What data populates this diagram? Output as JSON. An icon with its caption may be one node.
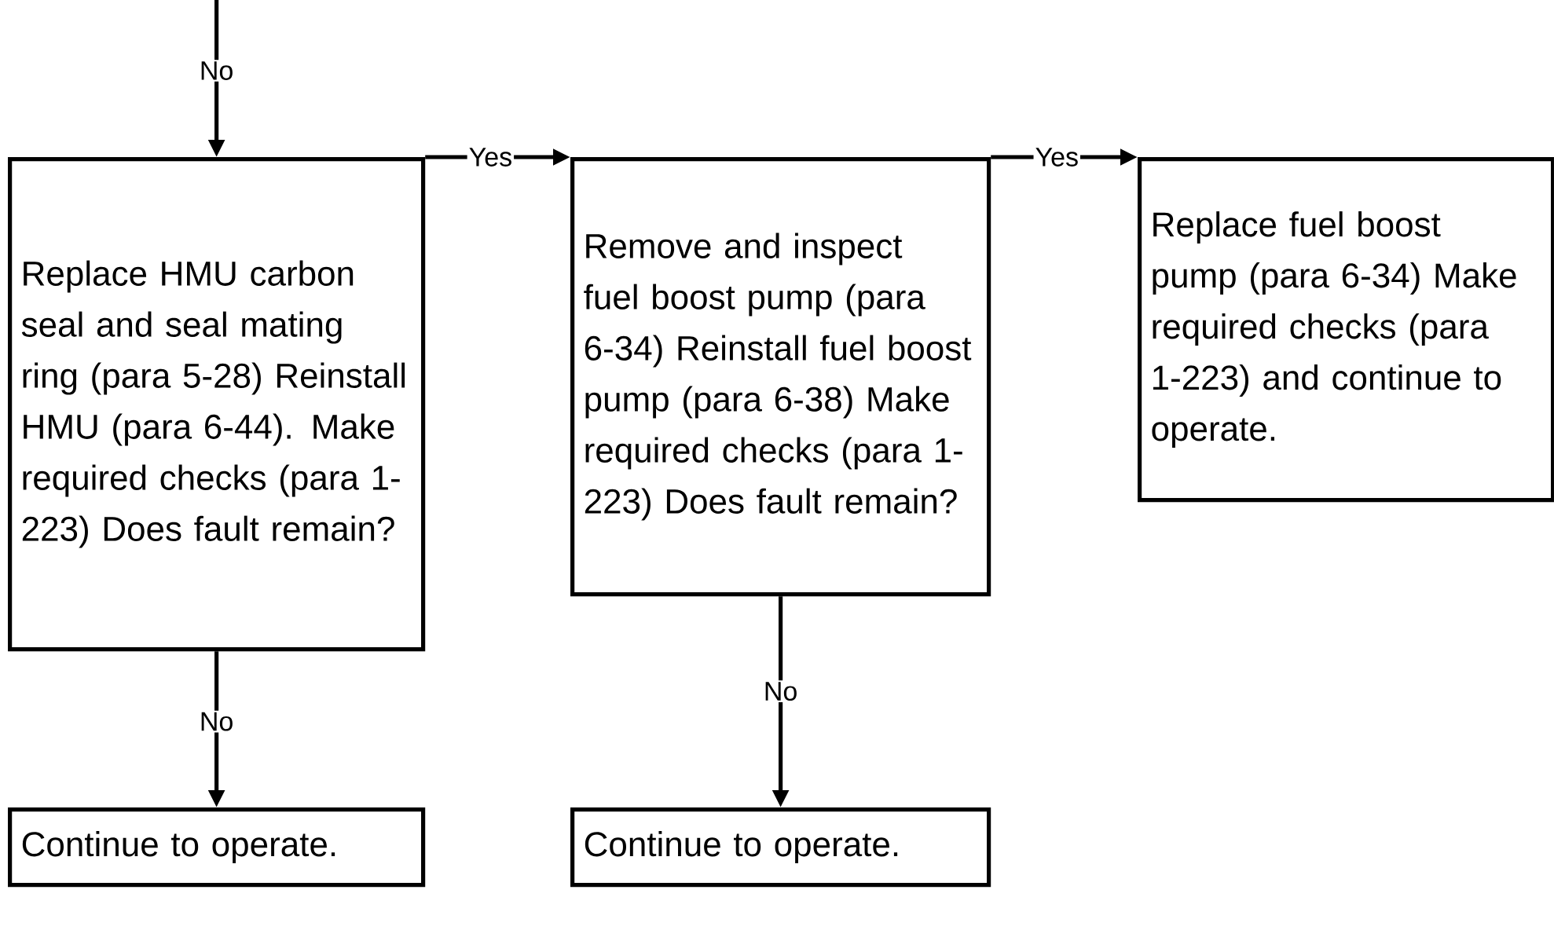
{
  "diagram": {
    "nodes": [
      {
        "text": [
          "Replace HMU carbon seal and seal mating ring (para 5-28) Reinstall HMU (para 6-44). Make required checks (para 1-223) Does fault remain?"
        ]
      },
      {
        "text": [
          "Remove and inspect fuel boost pump (para 6-34) Reinstall fuel boost pump (para 6-38) Make required checks (para 1-223) Does fault remain?"
        ]
      },
      {
        "text": [
          "Replace fuel boost pump (para 6-34) Make required checks (para 1-223) and continue to operate."
        ]
      },
      {
        "text": [
          "Continue to operate."
        ]
      },
      {
        "text": [
          "Continue to operate."
        ]
      }
    ],
    "edges": [
      {
        "from": null,
        "to": 0,
        "arrow": "to",
        "label": "No"
      },
      {
        "from": 0,
        "to": 1,
        "arrow": "to",
        "label": "Yes"
      },
      {
        "from": 1,
        "to": 2,
        "arrow": "to",
        "label": "Yes"
      },
      {
        "from": 0,
        "to": 3,
        "arrow": "to",
        "label": "No"
      },
      {
        "from": 1,
        "to": 4,
        "arrow": "to",
        "label": "No"
      }
    ]
  }
}
